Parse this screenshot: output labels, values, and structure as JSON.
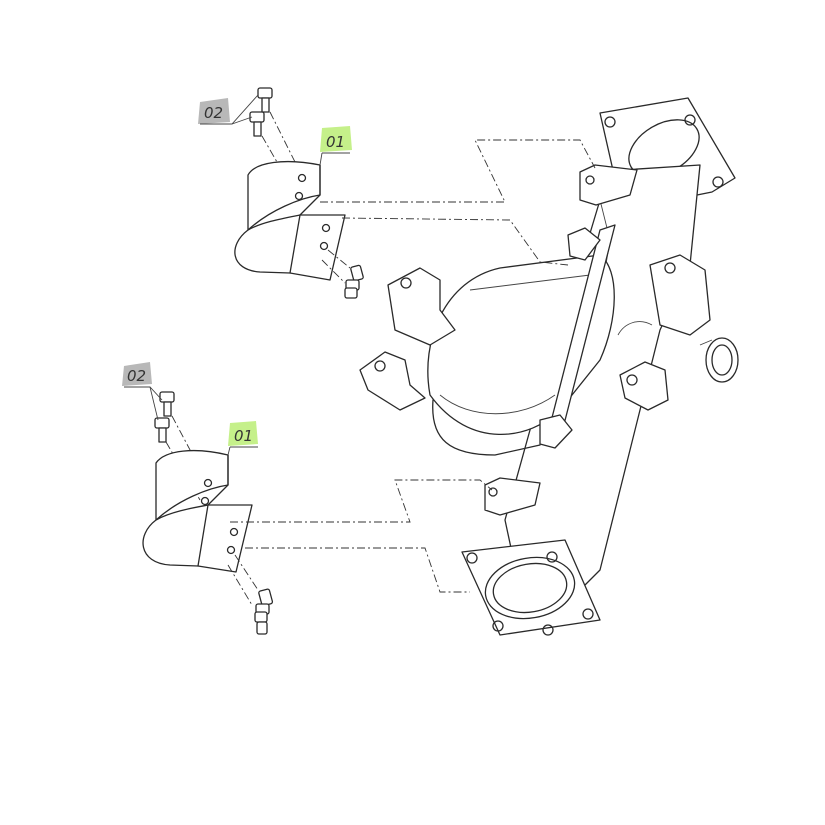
{
  "diagram": {
    "callouts": [
      {
        "label": "02",
        "color": "#b8b8b8"
      },
      {
        "label": "01",
        "color": "#c5f08a"
      },
      {
        "label": "02",
        "color": "#b8b8b8"
      },
      {
        "label": "01",
        "color": "#c5f08a"
      }
    ]
  }
}
